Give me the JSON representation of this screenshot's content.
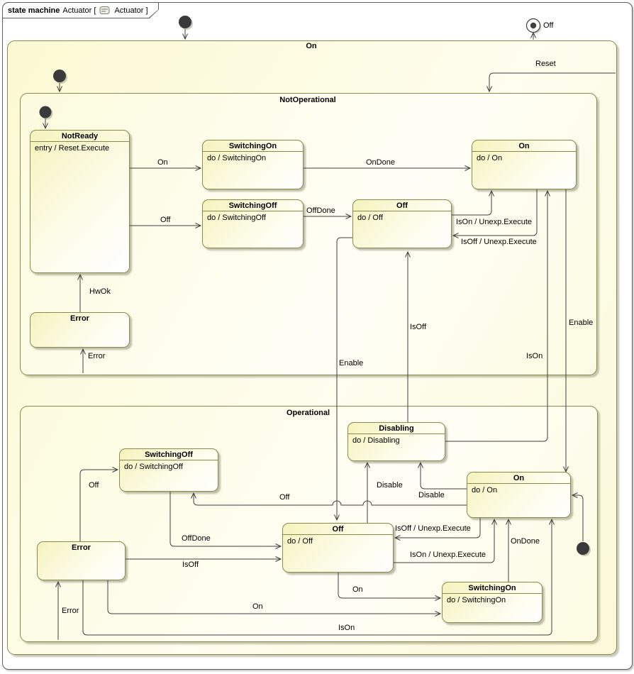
{
  "frame": {
    "keyword": "state machine",
    "name": "Actuator [",
    "suffix": "Actuator ]"
  },
  "regions": {
    "on": "On",
    "notoperational": "NotOperational",
    "operational": "Operational"
  },
  "states": {
    "n_notready": {
      "title": "NotReady",
      "body": "entry / Reset.Execute"
    },
    "n_switchingon": {
      "title": "SwitchingOn",
      "body": "do / SwitchingOn"
    },
    "n_switchingoff": {
      "title": "SwitchingOff",
      "body": "do / SwitchingOff"
    },
    "n_off": {
      "title": "Off",
      "body": "do / Off"
    },
    "n_on": {
      "title": "On",
      "body": "do / On"
    },
    "n_error": {
      "title": "Error"
    },
    "o_switchingoff": {
      "title": "SwitchingOff",
      "body": "do / SwitchingOff"
    },
    "o_error": {
      "title": "Error"
    },
    "o_off": {
      "title": "Off",
      "body": "do / Off"
    },
    "o_disabling": {
      "title": "Disabling",
      "body": "do / Disabling"
    },
    "o_on": {
      "title": "On",
      "body": "do / On"
    },
    "o_switchingon": {
      "title": "SwitchingOn",
      "body": "do / SwitchingOn"
    }
  },
  "labels": {
    "reset": "Reset",
    "exit_off": "Off",
    "n_on_t": "On",
    "n_off_t": "Off",
    "n_ondone": "OnDone",
    "n_offdone": "OffDone",
    "n_ison_unexp": "IsOn / Unexp.Execute",
    "n_isoff_unexp": "IsOff / Unexp.Execute",
    "hwok": "HwOk",
    "n_error_t": "Error",
    "enable_l": "Enable",
    "isoff_mid": "IsOff",
    "ison_mid": "IsOn",
    "enable_r": "Enable",
    "o_off_from_error": "Off",
    "o_off_from_on": "Off",
    "o_offdone": "OffDone",
    "o_isoff": "IsOff",
    "o_disable1": "Disable",
    "o_disable2": "Disable",
    "o_isoff_unexp": "IsOff / Unexp.Execute",
    "o_ison_unexp": "IsOn / Unexp.Execute",
    "o_on_from_off": "On",
    "o_on_from_error": "On",
    "o_ison": "IsOn",
    "o_ondone": "OnDone",
    "o_error_t": "Error"
  },
  "colors": {
    "state_border": "#8a8a4a",
    "line": "#3f3f3f",
    "fill_top": "#f6f3bd"
  }
}
